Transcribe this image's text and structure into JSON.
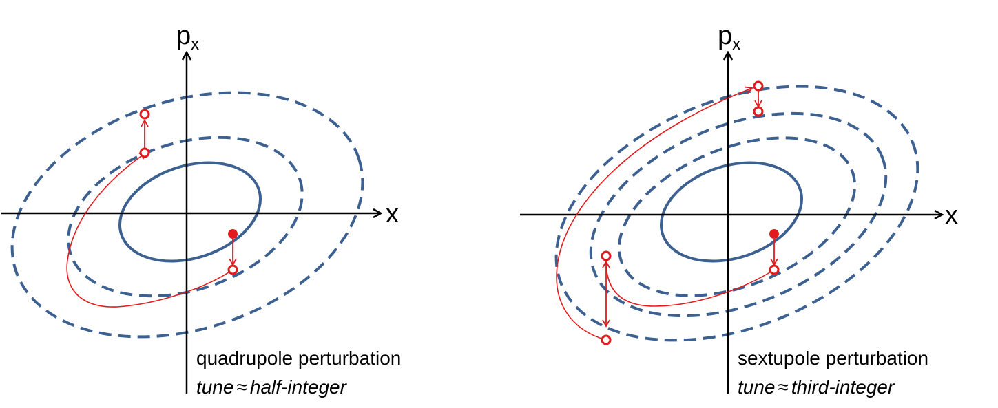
{
  "colors": {
    "axis": "#000000",
    "orbit": "#3c6090",
    "trajectory": "#e31a1c"
  },
  "panels": [
    {
      "axis_x_label": "x",
      "axis_y_label_main": "p",
      "axis_y_label_sub": "x",
      "caption_line1": "quadrupole perturbation",
      "caption_line2_italic_a": "tune",
      "caption_line2_symbol": "≈",
      "caption_line2_italic_b": "half-integer"
    },
    {
      "axis_x_label": "x",
      "axis_y_label_main": "p",
      "axis_y_label_sub": "x",
      "caption_line1": "sextupole perturbation",
      "caption_line2_italic_a": "tune",
      "caption_line2_symbol": "≈",
      "caption_line2_italic_b": "third-integer"
    }
  ]
}
